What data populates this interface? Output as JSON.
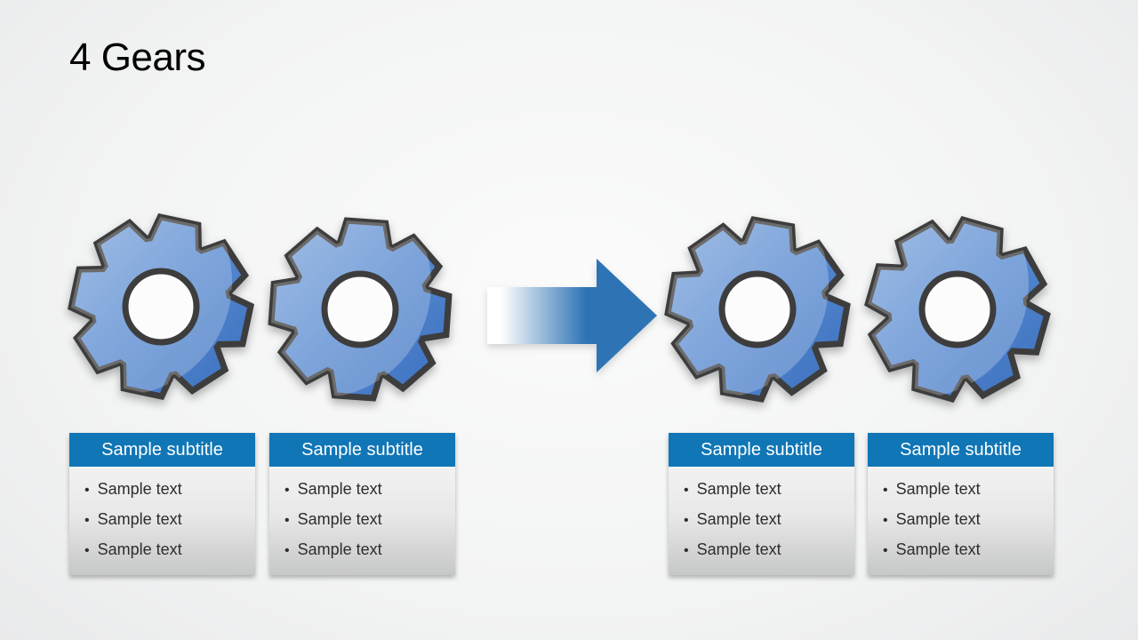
{
  "title": "4 Gears",
  "colors": {
    "header_blue": "#1076B5",
    "arrow_blue": "#2E74B5",
    "arrow_fade": "#FFFFFF",
    "gear_light": "#83A9DC",
    "gear_mid": "#5588D0",
    "gear_dark": "#3A6FBD",
    "gear_outline": "#3D3D3D",
    "gear_hole_fill": "#FCFCFD"
  },
  "gears": [
    {
      "name": "gear-1"
    },
    {
      "name": "gear-2"
    },
    {
      "name": "gear-3"
    },
    {
      "name": "gear-4"
    }
  ],
  "boxes": [
    {
      "subtitle": "Sample subtitle",
      "bullets": [
        "Sample text",
        "Sample text",
        "Sample text"
      ]
    },
    {
      "subtitle": "Sample subtitle",
      "bullets": [
        "Sample text",
        "Sample text",
        "Sample text"
      ]
    },
    {
      "subtitle": "Sample subtitle",
      "bullets": [
        "Sample text",
        "Sample text",
        "Sample text"
      ]
    },
    {
      "subtitle": "Sample subtitle",
      "bullets": [
        "Sample text",
        "Sample text",
        "Sample text"
      ]
    }
  ]
}
